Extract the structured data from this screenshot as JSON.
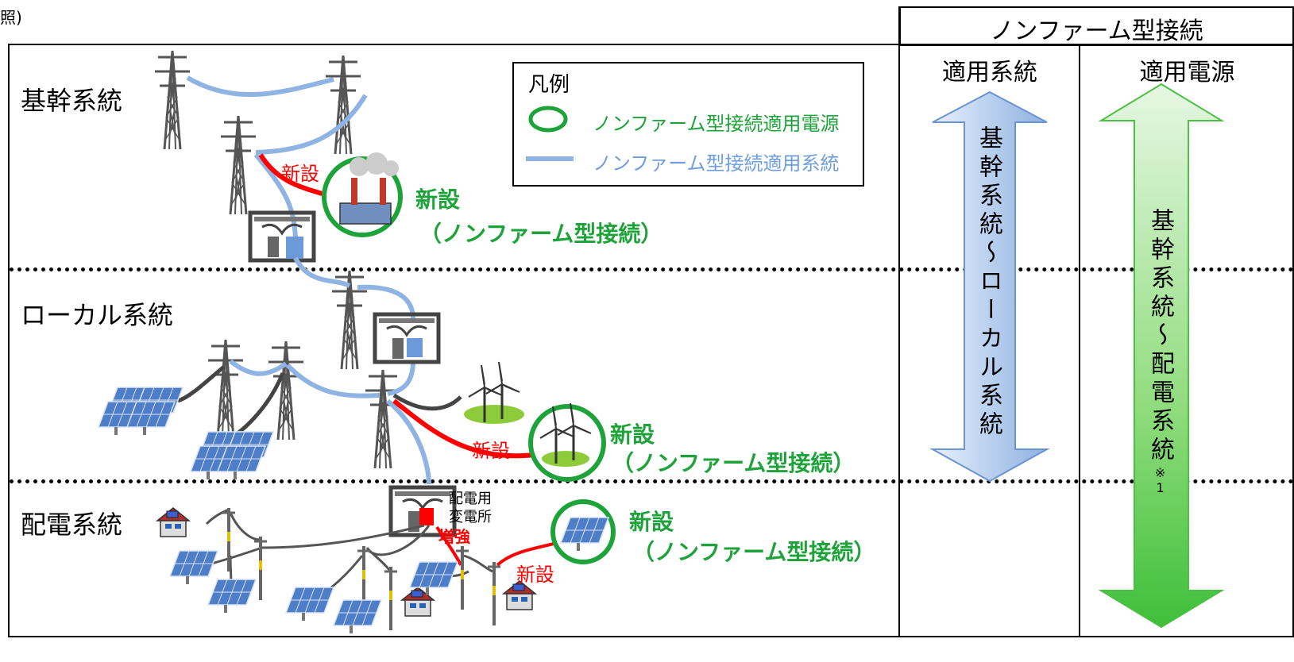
{
  "corner_text": "照)",
  "table": {
    "header": "ノンファーム型接続",
    "col_system": "適用系統",
    "col_source": "適用電源",
    "system_range": "基幹系統〜ローカル系統",
    "source_range": "基幹系統〜配電系統",
    "source_note": "※1"
  },
  "regions": {
    "trunk": "基幹系統",
    "local": "ローカル系統",
    "distribution": "配電系統"
  },
  "legend": {
    "title": "凡例",
    "source_label": "ノンファーム型接続適用電源",
    "system_label": "ノンファーム型接続適用系統"
  },
  "labels": {
    "new": "新設",
    "nonfirm": "（ノンファーム型接続）",
    "reinforce": "増強",
    "substation_line1": "配電用",
    "substation_line2": "変電所"
  },
  "colors": {
    "green": "#1ea33a",
    "blue_line": "#8fb4e3",
    "red_line": "#ff0000",
    "dark_line": "#404040"
  }
}
